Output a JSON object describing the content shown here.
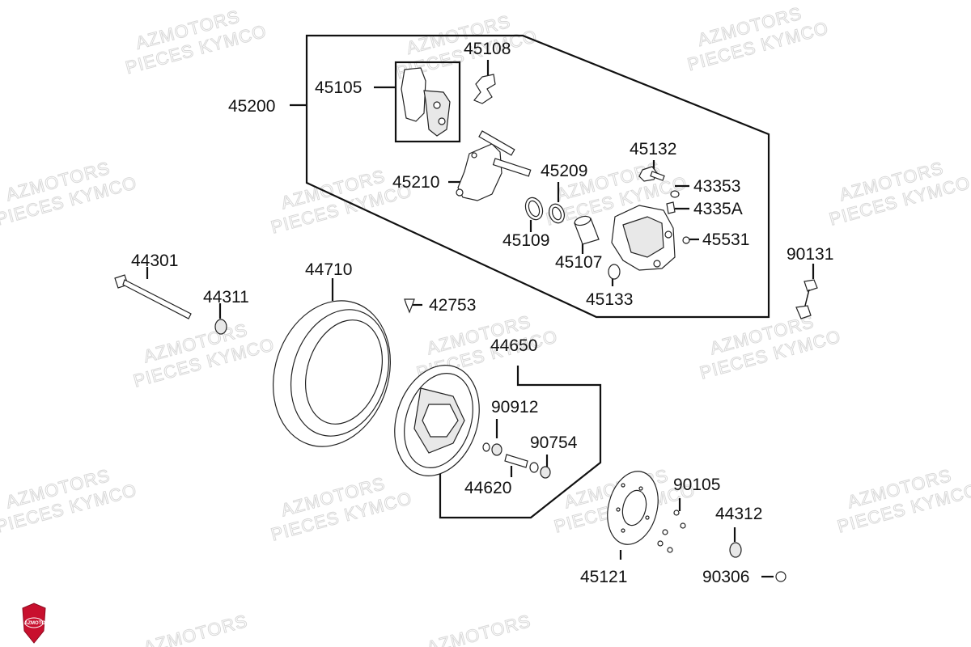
{
  "watermark": {
    "line1": "AZMOTORS",
    "line2": "PIECES KYMCO"
  },
  "logo": {
    "text": "AZMOTORS",
    "color": "#c8102e"
  },
  "parts": {
    "p45200": "45200",
    "p45105": "45105",
    "p45108": "45108",
    "p45210": "45210",
    "p45209": "45209",
    "p45132": "45132",
    "p43353": "43353",
    "p4335A": "4335A",
    "p45531": "45531",
    "p45109": "45109",
    "p45107": "45107",
    "p45133": "45133",
    "p90131": "90131",
    "p44301": "44301",
    "p44311": "44311",
    "p44710": "44710",
    "p42753": "42753",
    "p44650": "44650",
    "p90912": "90912",
    "p90754": "90754",
    "p44620": "44620",
    "p90105": "90105",
    "p44312": "44312",
    "p45121": "45121",
    "p90306": "90306"
  }
}
